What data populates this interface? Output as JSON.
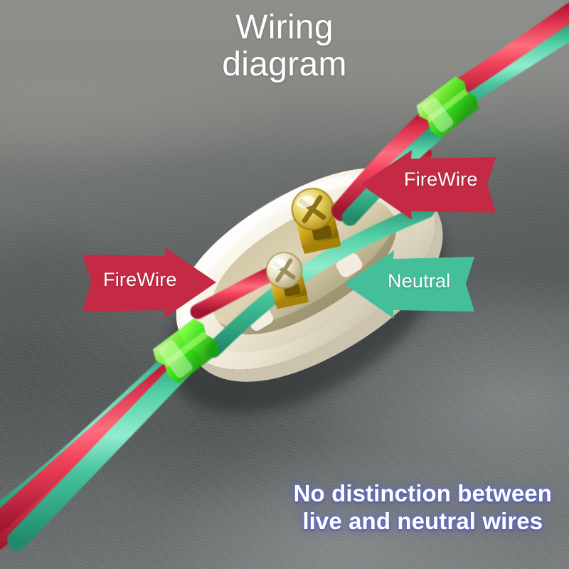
{
  "title": {
    "line1": "Wiring",
    "line2": "diagram"
  },
  "caption": {
    "line1": "No distinction between",
    "line2": "live and neutral wires"
  },
  "annotations": [
    {
      "id": "firewire-right",
      "label": "FireWire",
      "direction": "right",
      "color": "#c42a44"
    },
    {
      "id": "firewire-left",
      "label": "FireWire",
      "direction": "left",
      "color": "#c42a44"
    },
    {
      "id": "neutral",
      "label": "Neutral",
      "direction": "left",
      "color": "#45bf9a"
    }
  ],
  "subject": {
    "device": "in-line screw terminal wire connector",
    "body_color": "#f4efe2",
    "terminal_color": "#d4a920",
    "grommet_color": "#5cf03a",
    "wires": [
      {
        "name": "live-wire",
        "color": "#e8344f"
      },
      {
        "name": "neutral-wire",
        "color": "#4fd3a6"
      }
    ],
    "background_color": "#6f7370"
  }
}
